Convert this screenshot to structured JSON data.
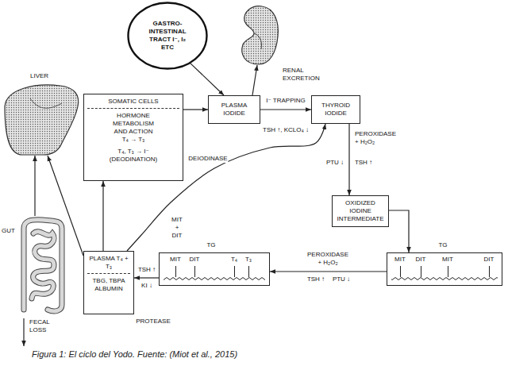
{
  "diagram": {
    "caption": "Figura 1: El ciclo del Yodo. Fuente: (Miot et al., 2015)",
    "nodes": [
      {
        "text": [
          "GASTRO- INTESTINAL TRACT I⁻, I₂ ETC"
        ]
      },
      {
        "text": [
          "RENAL EXCRETION"
        ]
      },
      {
        "text": [
          "LIVER"
        ]
      },
      {
        "text": [
          "SOMATIC CELLS",
          "HORMONE METABOLISM AND ACTION T₄ → T₃",
          "T₄, T₃ → I⁻ (DEODINATION)"
        ]
      },
      {
        "text": [
          "PLASMA IODIDE"
        ]
      },
      {
        "text": [
          "THYROID IODIDE"
        ]
      },
      {
        "text": [
          "OXIDIZED IODINE INTERMEDIATE"
        ]
      },
      {
        "text": [
          "GUT"
        ]
      },
      {
        "text": [
          "PLASMA T₄ + T₃",
          "TBG, TBPA ALBUMIN"
        ]
      },
      {
        "text": [
          "TG",
          "MIT",
          "DIT",
          "T₄",
          "T₃"
        ]
      },
      {
        "text": [
          "TG",
          "MIT",
          "DIT",
          "MIT",
          "DIT"
        ]
      }
    ],
    "edges": [
      {
        "from": 0,
        "to": 4,
        "arrow": "to"
      },
      {
        "from": 4,
        "to": 1,
        "arrow": "to"
      },
      {
        "from": 3,
        "to": 4,
        "arrow": "to"
      },
      {
        "from": 4,
        "to": 5,
        "label": "I⁻ TRAPPING",
        "arrow": "to"
      },
      {
        "from": 5,
        "to": 6,
        "arrow": "to"
      },
      {
        "from": 6,
        "to": 10,
        "arrow": "to"
      },
      {
        "from": 10,
        "to": 9,
        "label": "PEROXIDASE + H₂O₂",
        "arrow": "to"
      },
      {
        "from": 9,
        "to": 8,
        "arrow": "to"
      },
      {
        "from": 8,
        "to": 3,
        "arrow": "to"
      },
      {
        "from": 8,
        "to": 2,
        "arrow": "to"
      },
      {
        "from": 7,
        "to": 2,
        "arrow": "to"
      },
      {
        "from": 8,
        "to": 5,
        "label": "DEIODINASE",
        "arrow": "to"
      }
    ],
    "labels": [
      "TSH ↑, KCLO₄ ↓",
      "PEROXIDASE + H₂O₂",
      "PTU ↓",
      "TSH ↑",
      "MIT + DIT",
      "TSH ↑",
      "PTU ↓",
      "TSH ↑",
      "KI ↓",
      "PROTEASE",
      "FECAL LOSS"
    ]
  }
}
